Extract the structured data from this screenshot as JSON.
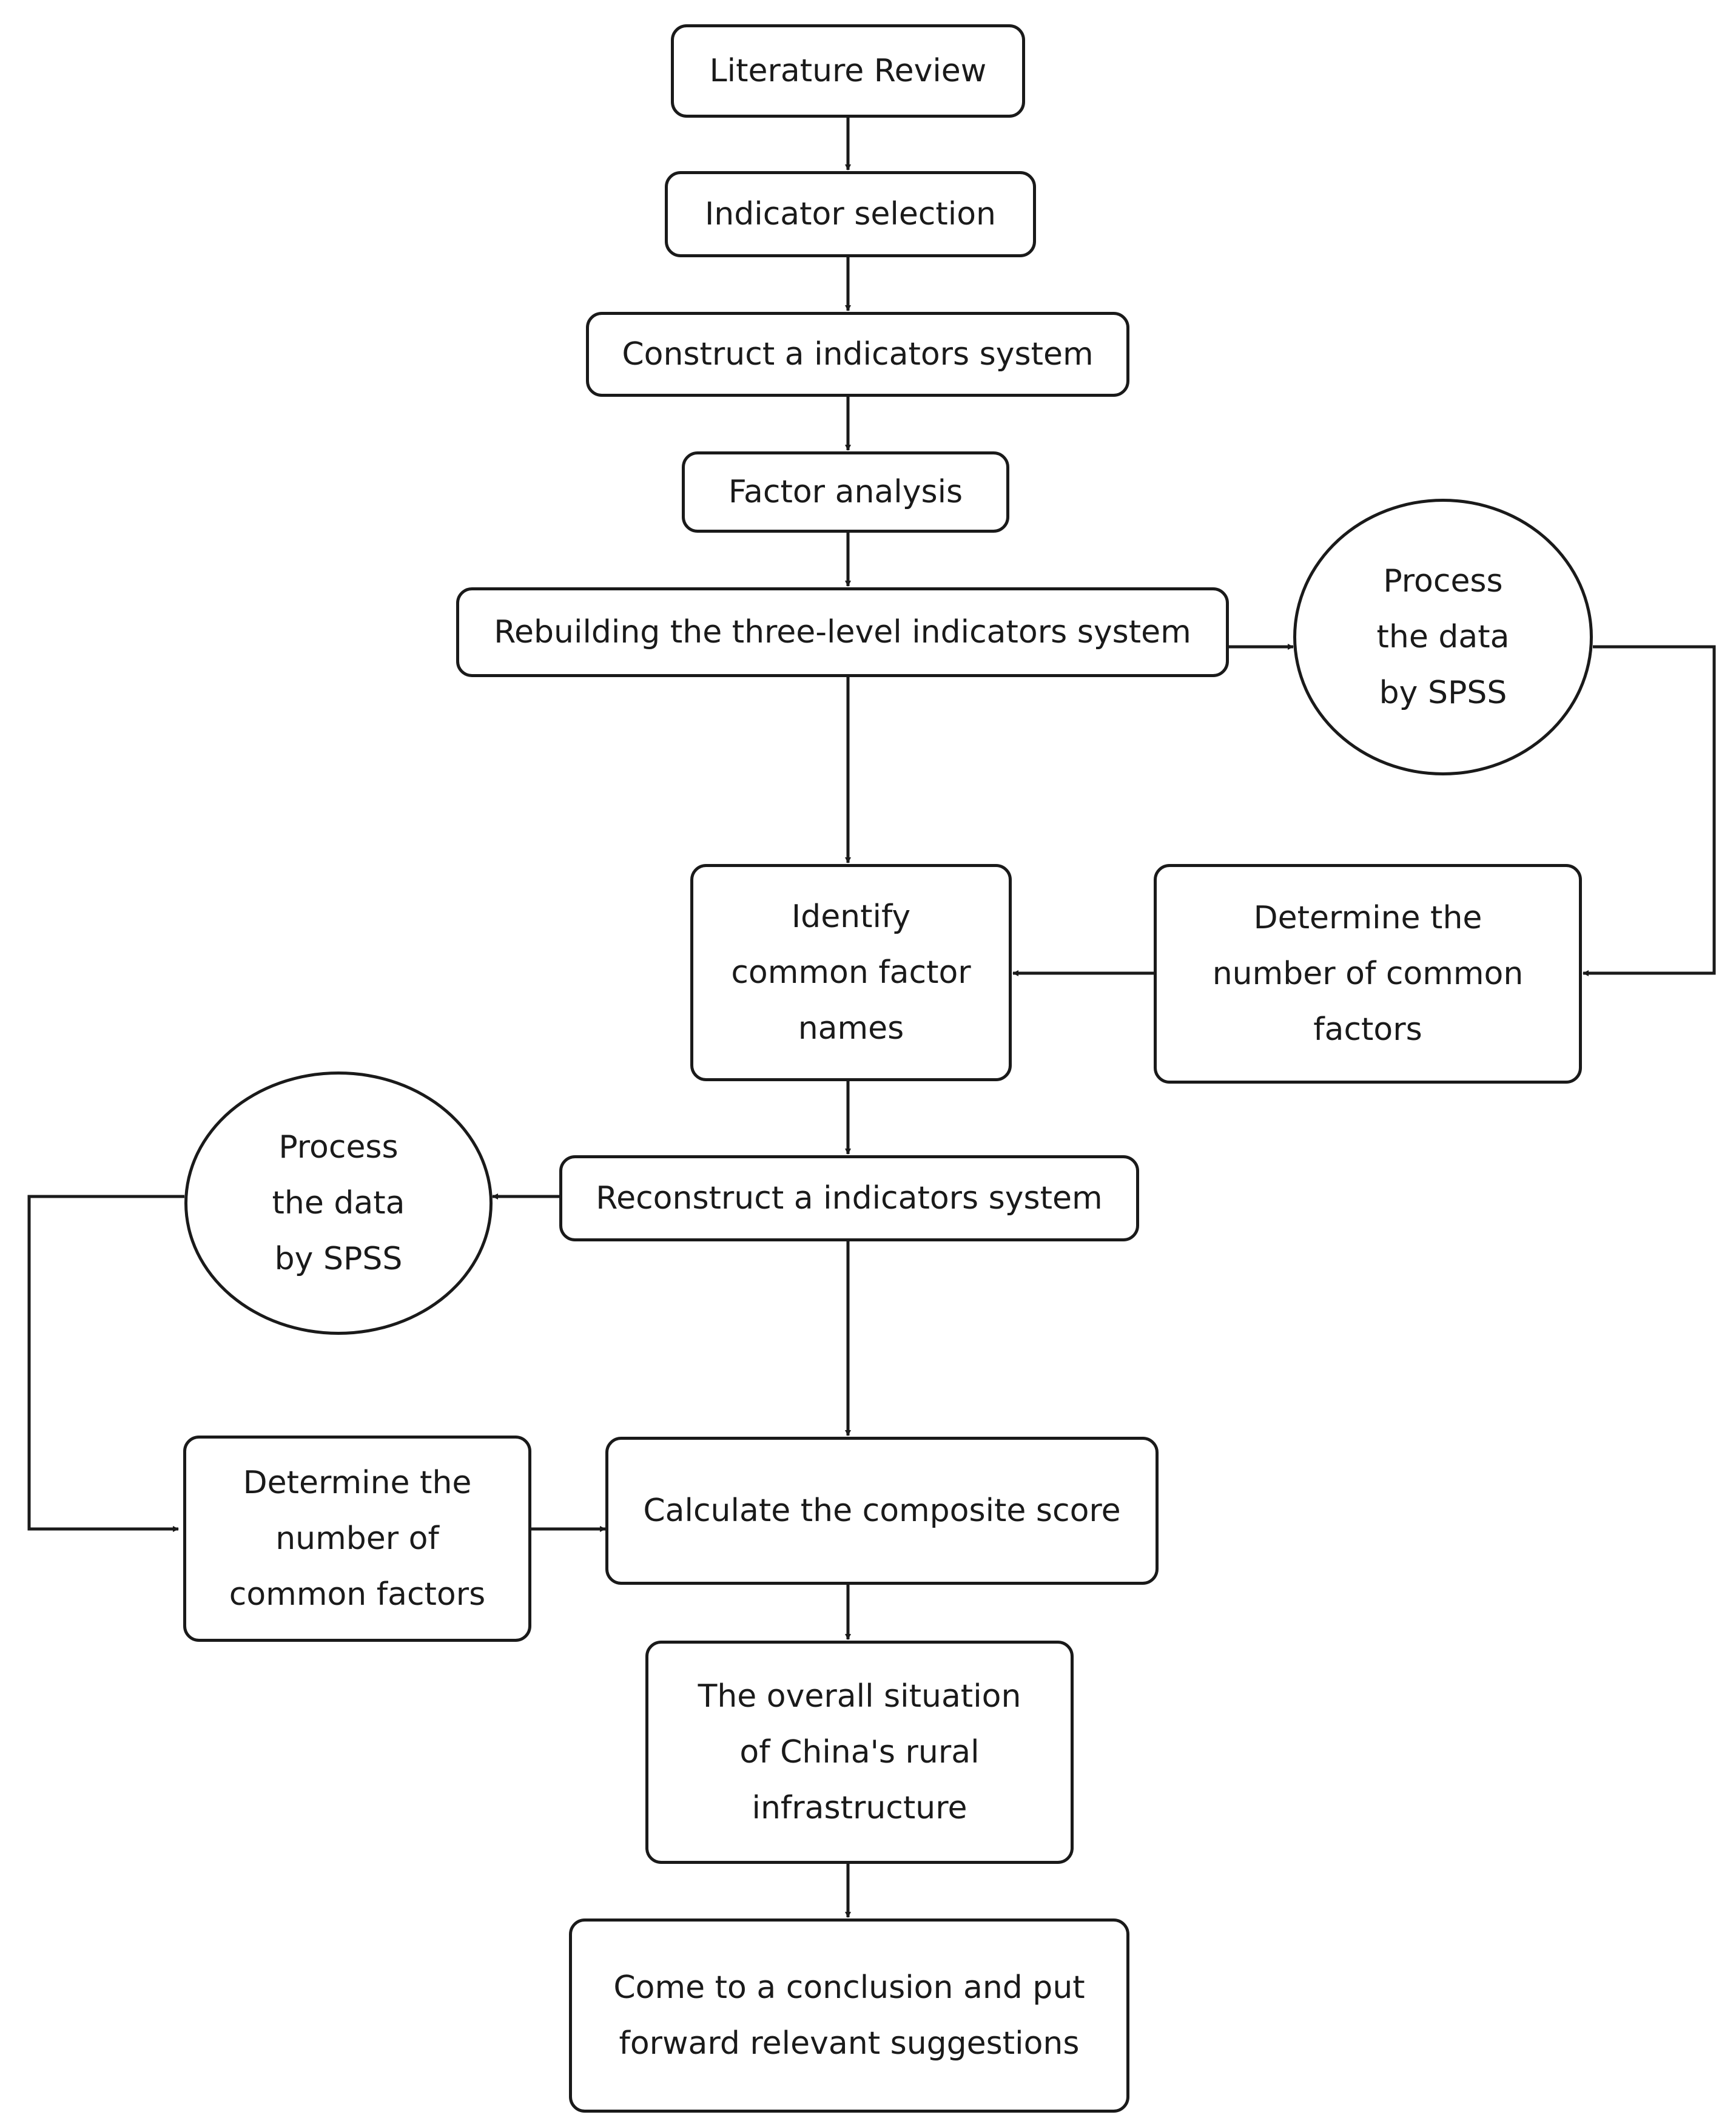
{
  "diagram": {
    "nodes": {
      "literature_review": "Literature Review",
      "indicator_selection": "Indicator selection",
      "construct_system": "Construct a indicators system",
      "factor_analysis": "Factor analysis",
      "rebuilding_system": "Rebuilding the three-level indicators system",
      "process_spss_1": "Process\nthe data\nby SPSS",
      "identify_names": "Identify\ncommon factor\nnames",
      "determine_factors_1": "Determine the\nnumber of common\nfactors",
      "reconstruct_system": "Reconstruct a indicators system",
      "process_spss_2": "Process\nthe data\nby SPSS",
      "determine_factors_2": "Determine the\nnumber of\ncommon factors",
      "composite_score": "Calculate the composite score",
      "overall_situation": "The overall situation\nof China's rural\ninfrastructure",
      "conclusion": "Come to a conclusion and put\nforward relevant suggestions"
    },
    "colors": {
      "line": "#1a1a1a",
      "fill": "#ffffff",
      "text": "#1a1a1a"
    }
  }
}
